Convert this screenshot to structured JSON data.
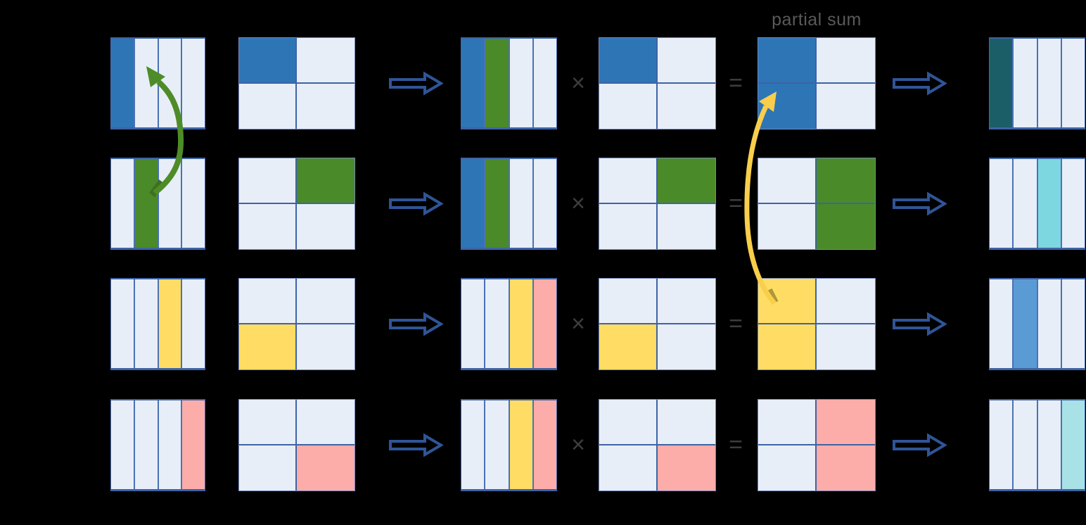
{
  "title": {
    "partial_sum_label": "partial sum"
  },
  "symbols": {
    "multiply": "×",
    "equals": "="
  },
  "colors": {
    "light": "#E8EEF8",
    "blue": "#2E75B6",
    "green": "#4B8A28",
    "yellow": "#FFDD64",
    "pink": "#FCADAA",
    "darkteal": "#1C5E68",
    "cyan_mid": "#7DD7E0",
    "cyan_light": "#A8E1E6",
    "medium_blue": "#5B9BD5",
    "label_gray": "#595959",
    "symbol_gray": "#3D3D3D",
    "arrow_outline_blue": "#2F5597",
    "green_arrow": "#4E8C28",
    "green_arrow_tail": "#3E701F",
    "yellow_arrow": "#F8CE4B",
    "yellow_arrow_tail": "#AE9738"
  },
  "rows": [
    {
      "a": [
        "blue",
        "light",
        "light",
        "light"
      ],
      "b": [
        "blue",
        "light",
        "light",
        "light"
      ],
      "a2": [
        "blue",
        "green",
        "light",
        "light"
      ],
      "b2": [
        "blue",
        "light",
        "light",
        "light"
      ],
      "ps": [
        "blue",
        "light",
        "blue",
        "light"
      ],
      "result": [
        "darkteal",
        "light",
        "light",
        "light"
      ]
    },
    {
      "a": [
        "light",
        "green",
        "light",
        "light"
      ],
      "b": [
        "light",
        "green",
        "light",
        "light"
      ],
      "a2": [
        "blue",
        "green",
        "light",
        "light"
      ],
      "b2": [
        "light",
        "green",
        "light",
        "light"
      ],
      "ps": [
        "light",
        "green",
        "light",
        "green"
      ],
      "result": [
        "light",
        "light",
        "cyan_mid",
        "light"
      ]
    },
    {
      "a": [
        "light",
        "light",
        "yellow",
        "light"
      ],
      "b": [
        "light",
        "light",
        "yellow",
        "light"
      ],
      "a2": [
        "light",
        "light",
        "yellow",
        "pink"
      ],
      "b2": [
        "light",
        "light",
        "yellow",
        "light"
      ],
      "ps": [
        "yellow",
        "light",
        "yellow",
        "light"
      ],
      "result": [
        "light",
        "medium_blue",
        "light",
        "light"
      ]
    },
    {
      "a": [
        "light",
        "light",
        "light",
        "pink"
      ],
      "b": [
        "light",
        "light",
        "light",
        "pink"
      ],
      "a2": [
        "light",
        "light",
        "yellow",
        "pink"
      ],
      "b2": [
        "light",
        "light",
        "light",
        "pink"
      ],
      "ps": [
        "light",
        "pink",
        "light",
        "pink"
      ],
      "result": [
        "light",
        "light",
        "light",
        "cyan_light"
      ]
    }
  ]
}
